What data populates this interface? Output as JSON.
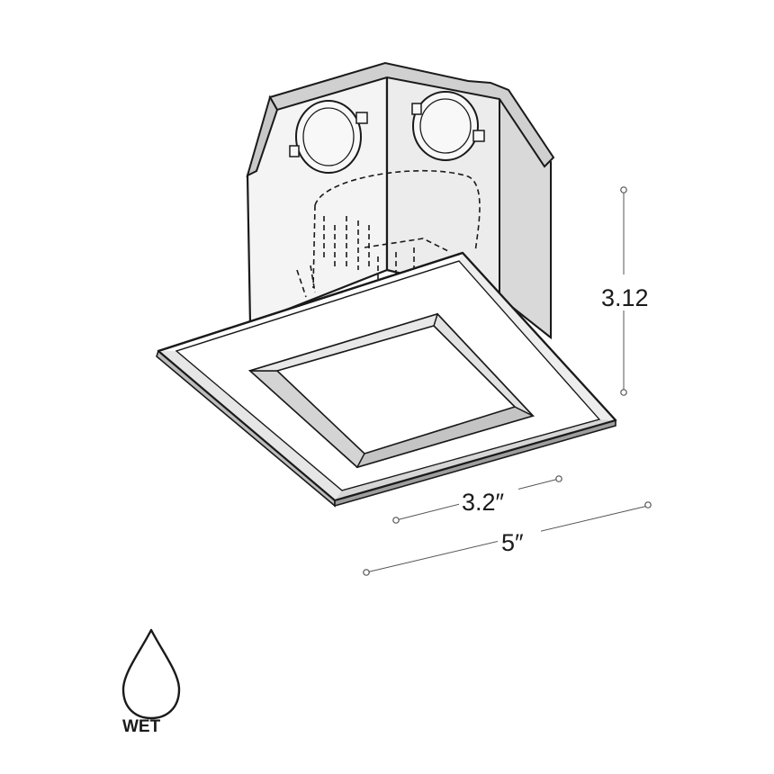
{
  "dimensions": {
    "height_label": "3.12",
    "inner_width_label": "3.2″",
    "outer_width_label": "5″"
  },
  "badge": {
    "icon": "water-drop-icon",
    "label": "WET"
  }
}
